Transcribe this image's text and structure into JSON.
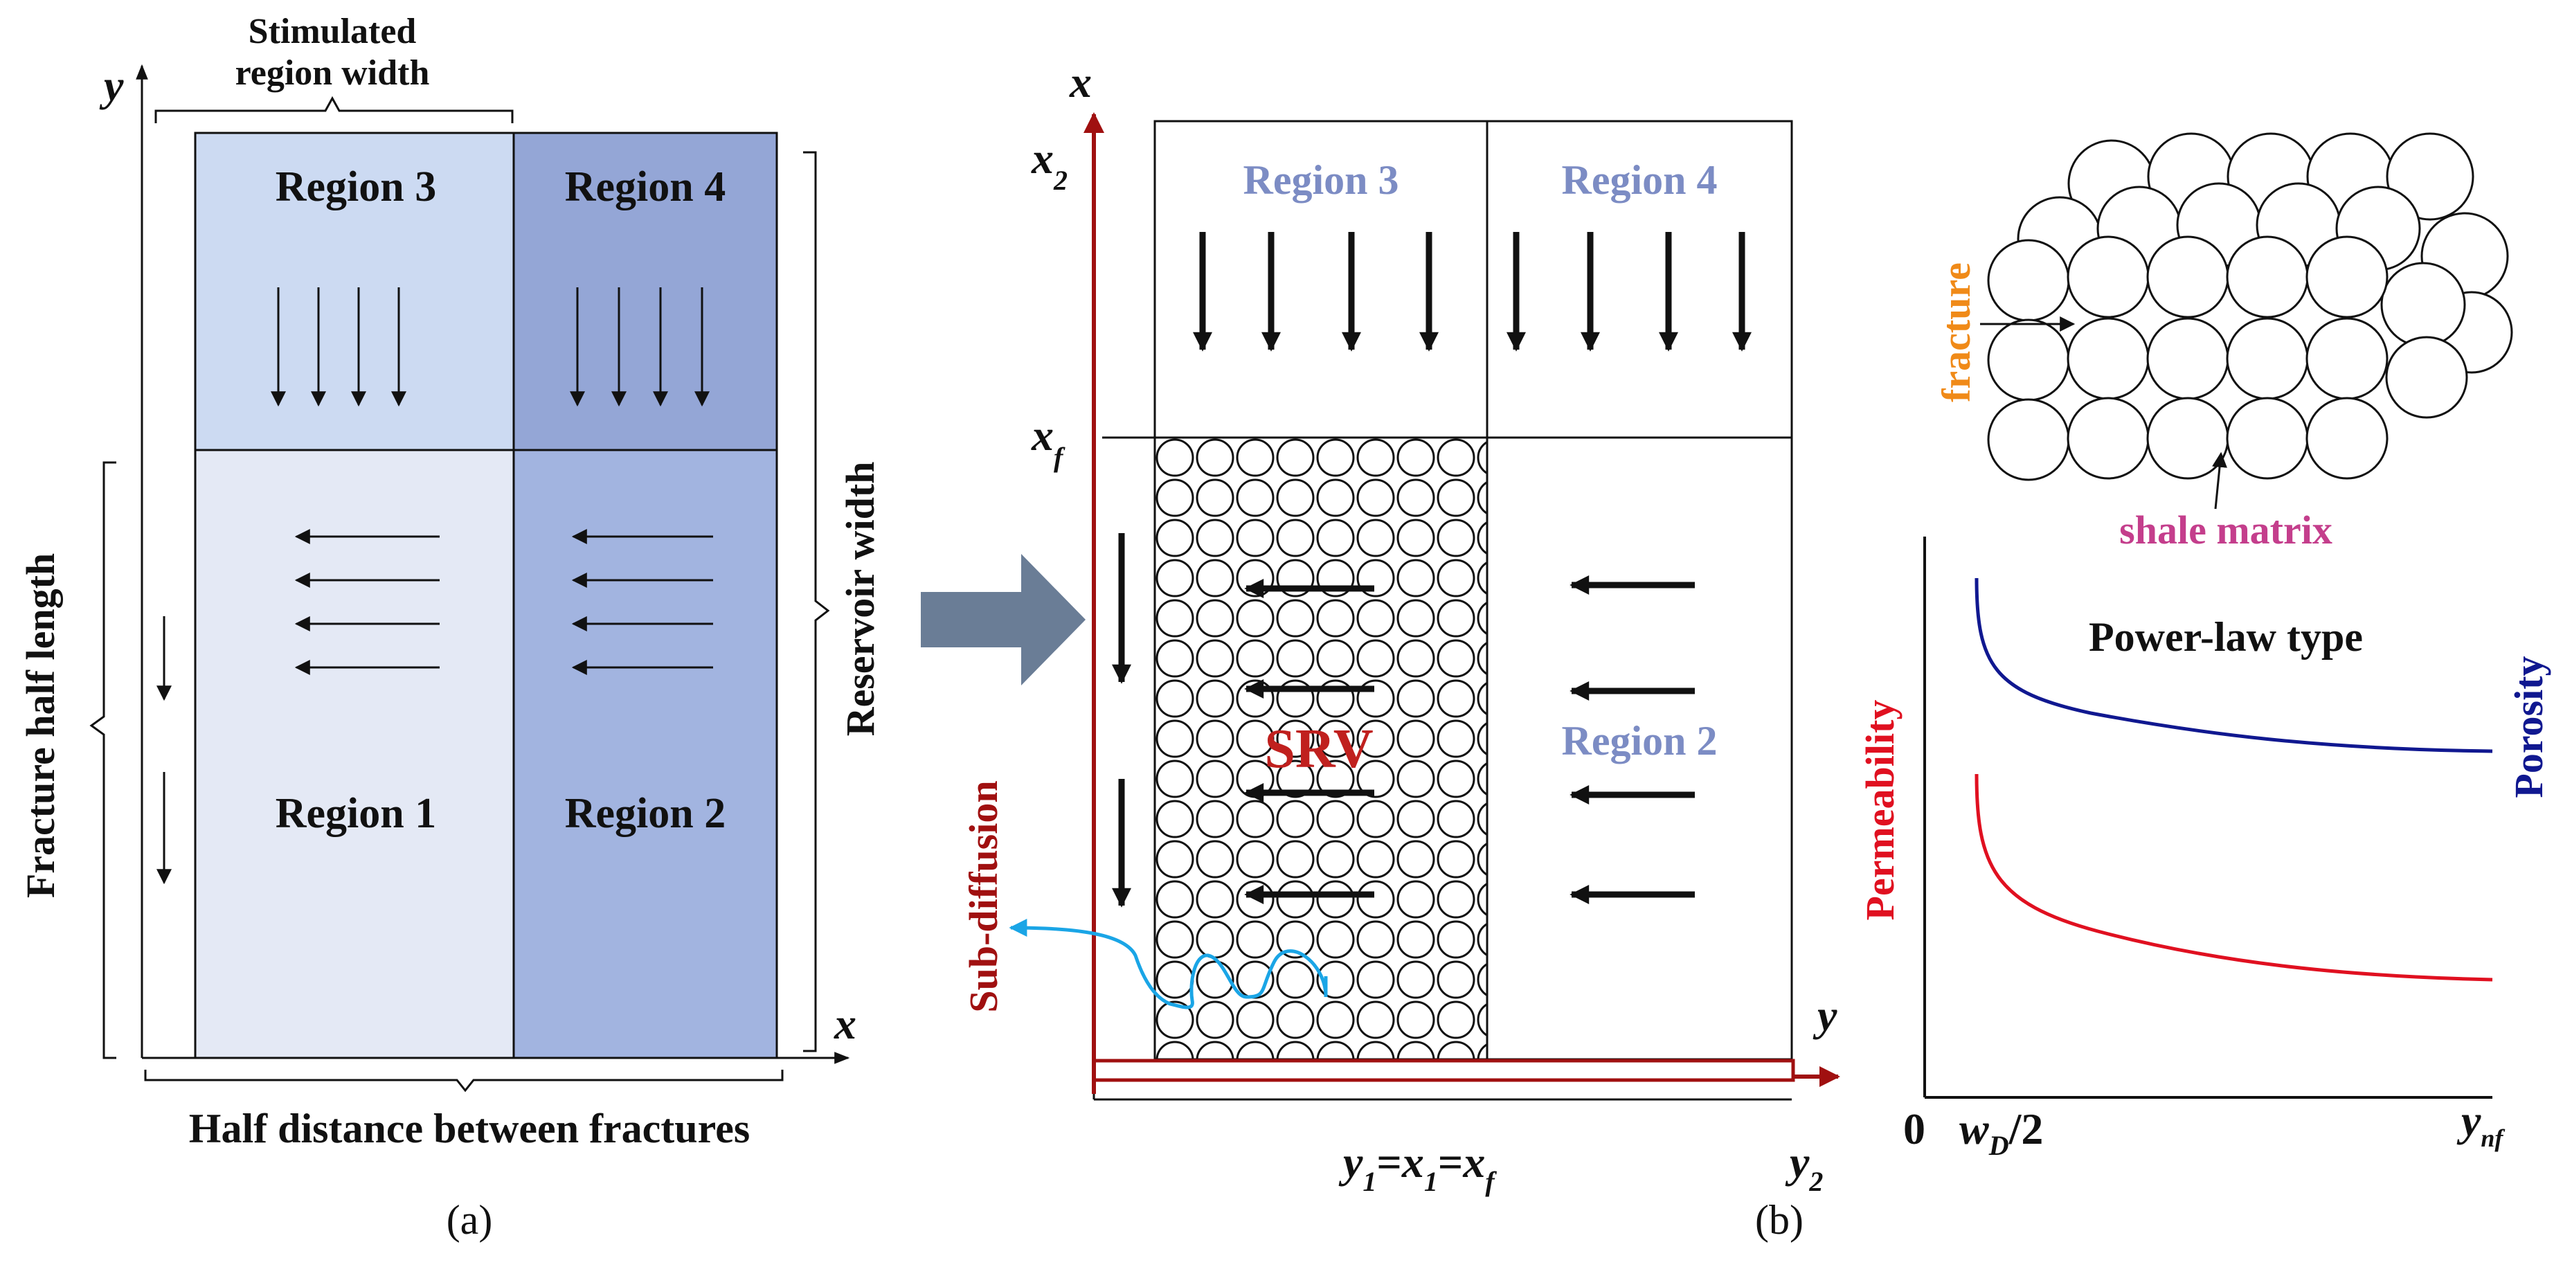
{
  "colors": {
    "region1": "#e4e9f5",
    "region2": "#a2b4e0",
    "region3": "#ccdaf2",
    "region4": "#94a6d6",
    "region_text_b": "#7c8cc4",
    "srv_text": "#c0201e",
    "axis_b": "#a01010",
    "sub_diffusion": "#1aa5e6",
    "big_arrow": "#6a7d96",
    "fracture_text": "#f08a18",
    "matrix_text": "#c43e8c",
    "porosity_curve": "#101890",
    "permeability_curve": "#e01020"
  },
  "panel_a": {
    "caption": "(a)",
    "y_axis": "y",
    "x_axis": "x",
    "stimulated_width_line1": "Stimulated",
    "stimulated_width_line2": "region width",
    "fracture_half_length": "Fracture half length",
    "reservoir_width": "Reservoir width",
    "half_distance": "Half distance between fractures",
    "region1": "Region 1",
    "region2": "Region 2",
    "region3": "Region 3",
    "region4": "Region 4"
  },
  "panel_b": {
    "caption": "(b)",
    "x_axis": "x",
    "y_axis": "y",
    "x2_base": "x",
    "x2_sub": "2",
    "xf_base": "x",
    "xf_sub": "f",
    "region3": "Region 3",
    "region4": "Region 4",
    "region2": "Region 2",
    "srv": "SRV",
    "sub_diffusion": "Sub-diffusion",
    "y1_base": "y",
    "y1_sub": "1",
    "x1_base": "x",
    "x1_sub": "1",
    "xf2_base": "x",
    "xf2_sub": "f",
    "eq": "=",
    "y2_base": "y",
    "y2_sub": "2"
  },
  "panel_c": {
    "fracture": "fracture",
    "shale_matrix": "shale matrix",
    "permeability": "Permeability",
    "porosity": "Porosity",
    "curve_type": "Power-law type",
    "origin": "0",
    "wd_base": "w",
    "wd_sub": "D",
    "wd_suffix": "/2",
    "ynf_base": "y",
    "ynf_sub": "nf"
  }
}
